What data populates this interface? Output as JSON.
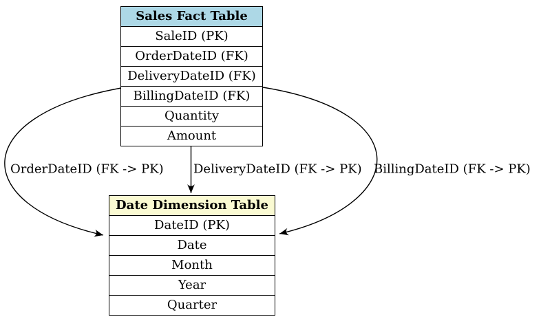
{
  "diagram": {
    "background_color": "#ffffff",
    "edge_color": "#000000",
    "tables": [
      {
        "title": "Sales Fact Table",
        "header_bg": "#ADD8E6",
        "fields": [
          "SaleID (PK)",
          "OrderDateID (FK)",
          "DeliveryDateID (FK)",
          "BillingDateID (FK)",
          "Quantity",
          "Amount"
        ]
      },
      {
        "title": "Date Dimension Table",
        "header_bg": "#FAFAD2",
        "fields": [
          "DateID (PK)",
          "Date",
          "Month",
          "Year",
          "Quarter"
        ]
      }
    ],
    "edges": [
      {
        "label": "OrderDateID (FK -> PK)"
      },
      {
        "label": "DeliveryDateID (FK -> PK)"
      },
      {
        "label": "BillingDateID (FK -> PK)"
      }
    ]
  }
}
